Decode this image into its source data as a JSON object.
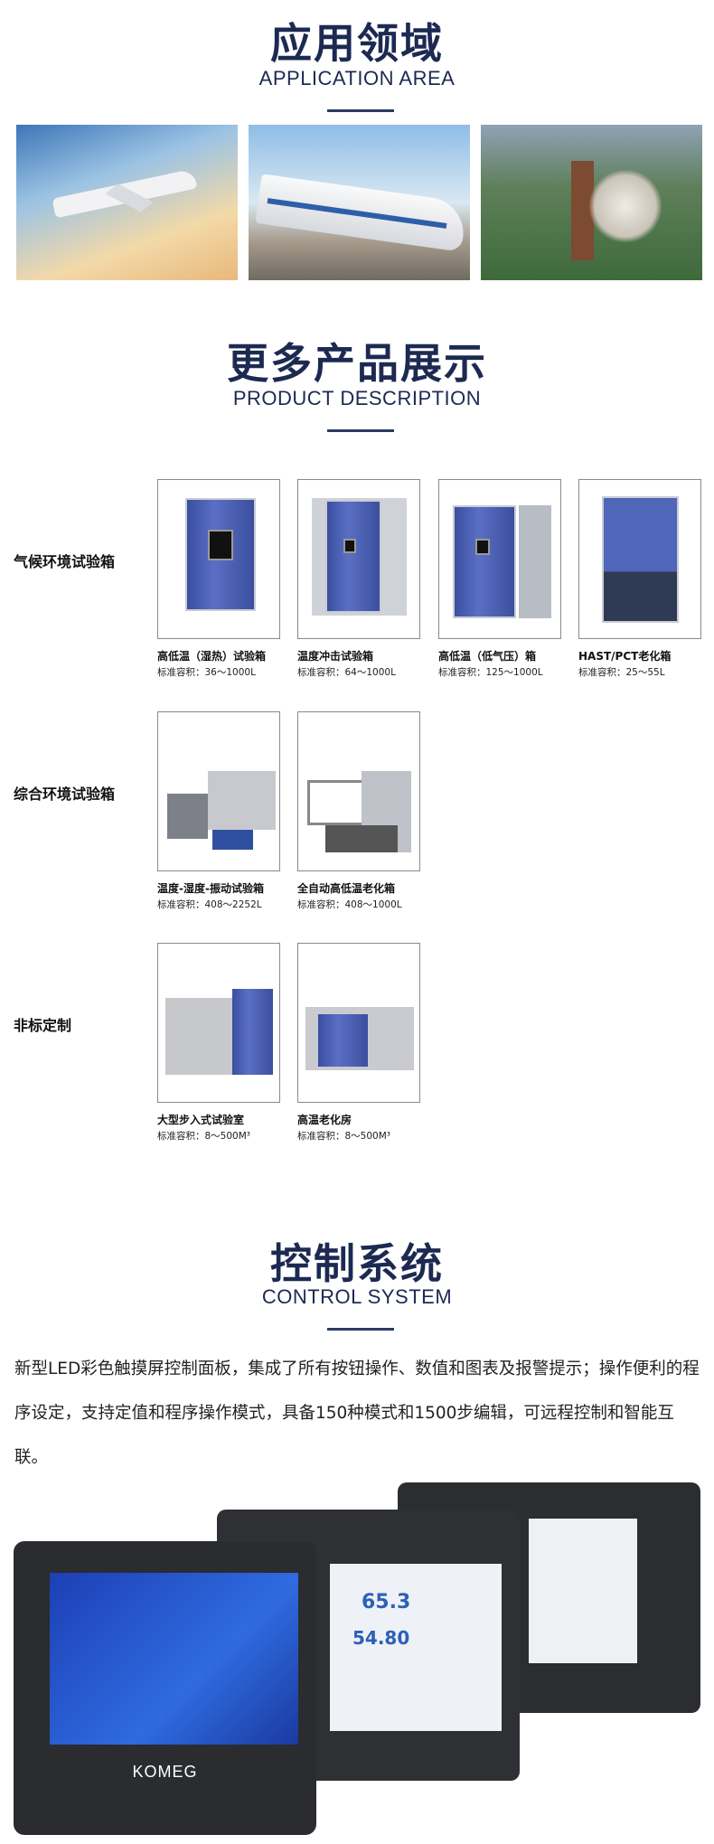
{
  "application": {
    "title": "应用领域",
    "subtitle": "APPLICATION AREA"
  },
  "products_section": {
    "title": "更多产品展示",
    "subtitle": "PRODUCT DESCRIPTION",
    "categories": [
      {
        "label": "气候环境试验箱",
        "items": [
          {
            "name": "高低温（湿热）试验箱",
            "spec": "标准容积：36～1000L"
          },
          {
            "name": "温度冲击试验箱",
            "spec": "标准容积：64～1000L"
          },
          {
            "name": "高低温（低气压）箱",
            "spec": "标准容积：125～1000L"
          },
          {
            "name": "HAST/PCT老化箱",
            "spec": "标准容积：25～55L"
          }
        ]
      },
      {
        "label": "综合环境试验箱",
        "items": [
          {
            "name": "温度-湿度-振动试验箱",
            "spec": "标准容积：408～2252L"
          },
          {
            "name": "全自动高低温老化箱",
            "spec": "标准容积：408～1000L"
          }
        ]
      },
      {
        "label": "非标定制",
        "items": [
          {
            "name": "大型步入式试验室",
            "spec": "标准容积：8～500M³"
          },
          {
            "name": "高温老化房",
            "spec": "标准容积：8～500M³"
          }
        ]
      }
    ]
  },
  "control": {
    "title": "控制系统",
    "subtitle": "CONTROL SYSTEM",
    "description": "新型LED彩色触摸屏控制面板，集成了所有按钮操作、数值和图表及报警提示；操作便利的程序设定，支持定值和程序操作模式，具备150种模式和1500步编辑，可远程控制和智能互联。",
    "brand": "KOMEG",
    "screen_values": [
      "65.3",
      "54.80"
    ]
  }
}
